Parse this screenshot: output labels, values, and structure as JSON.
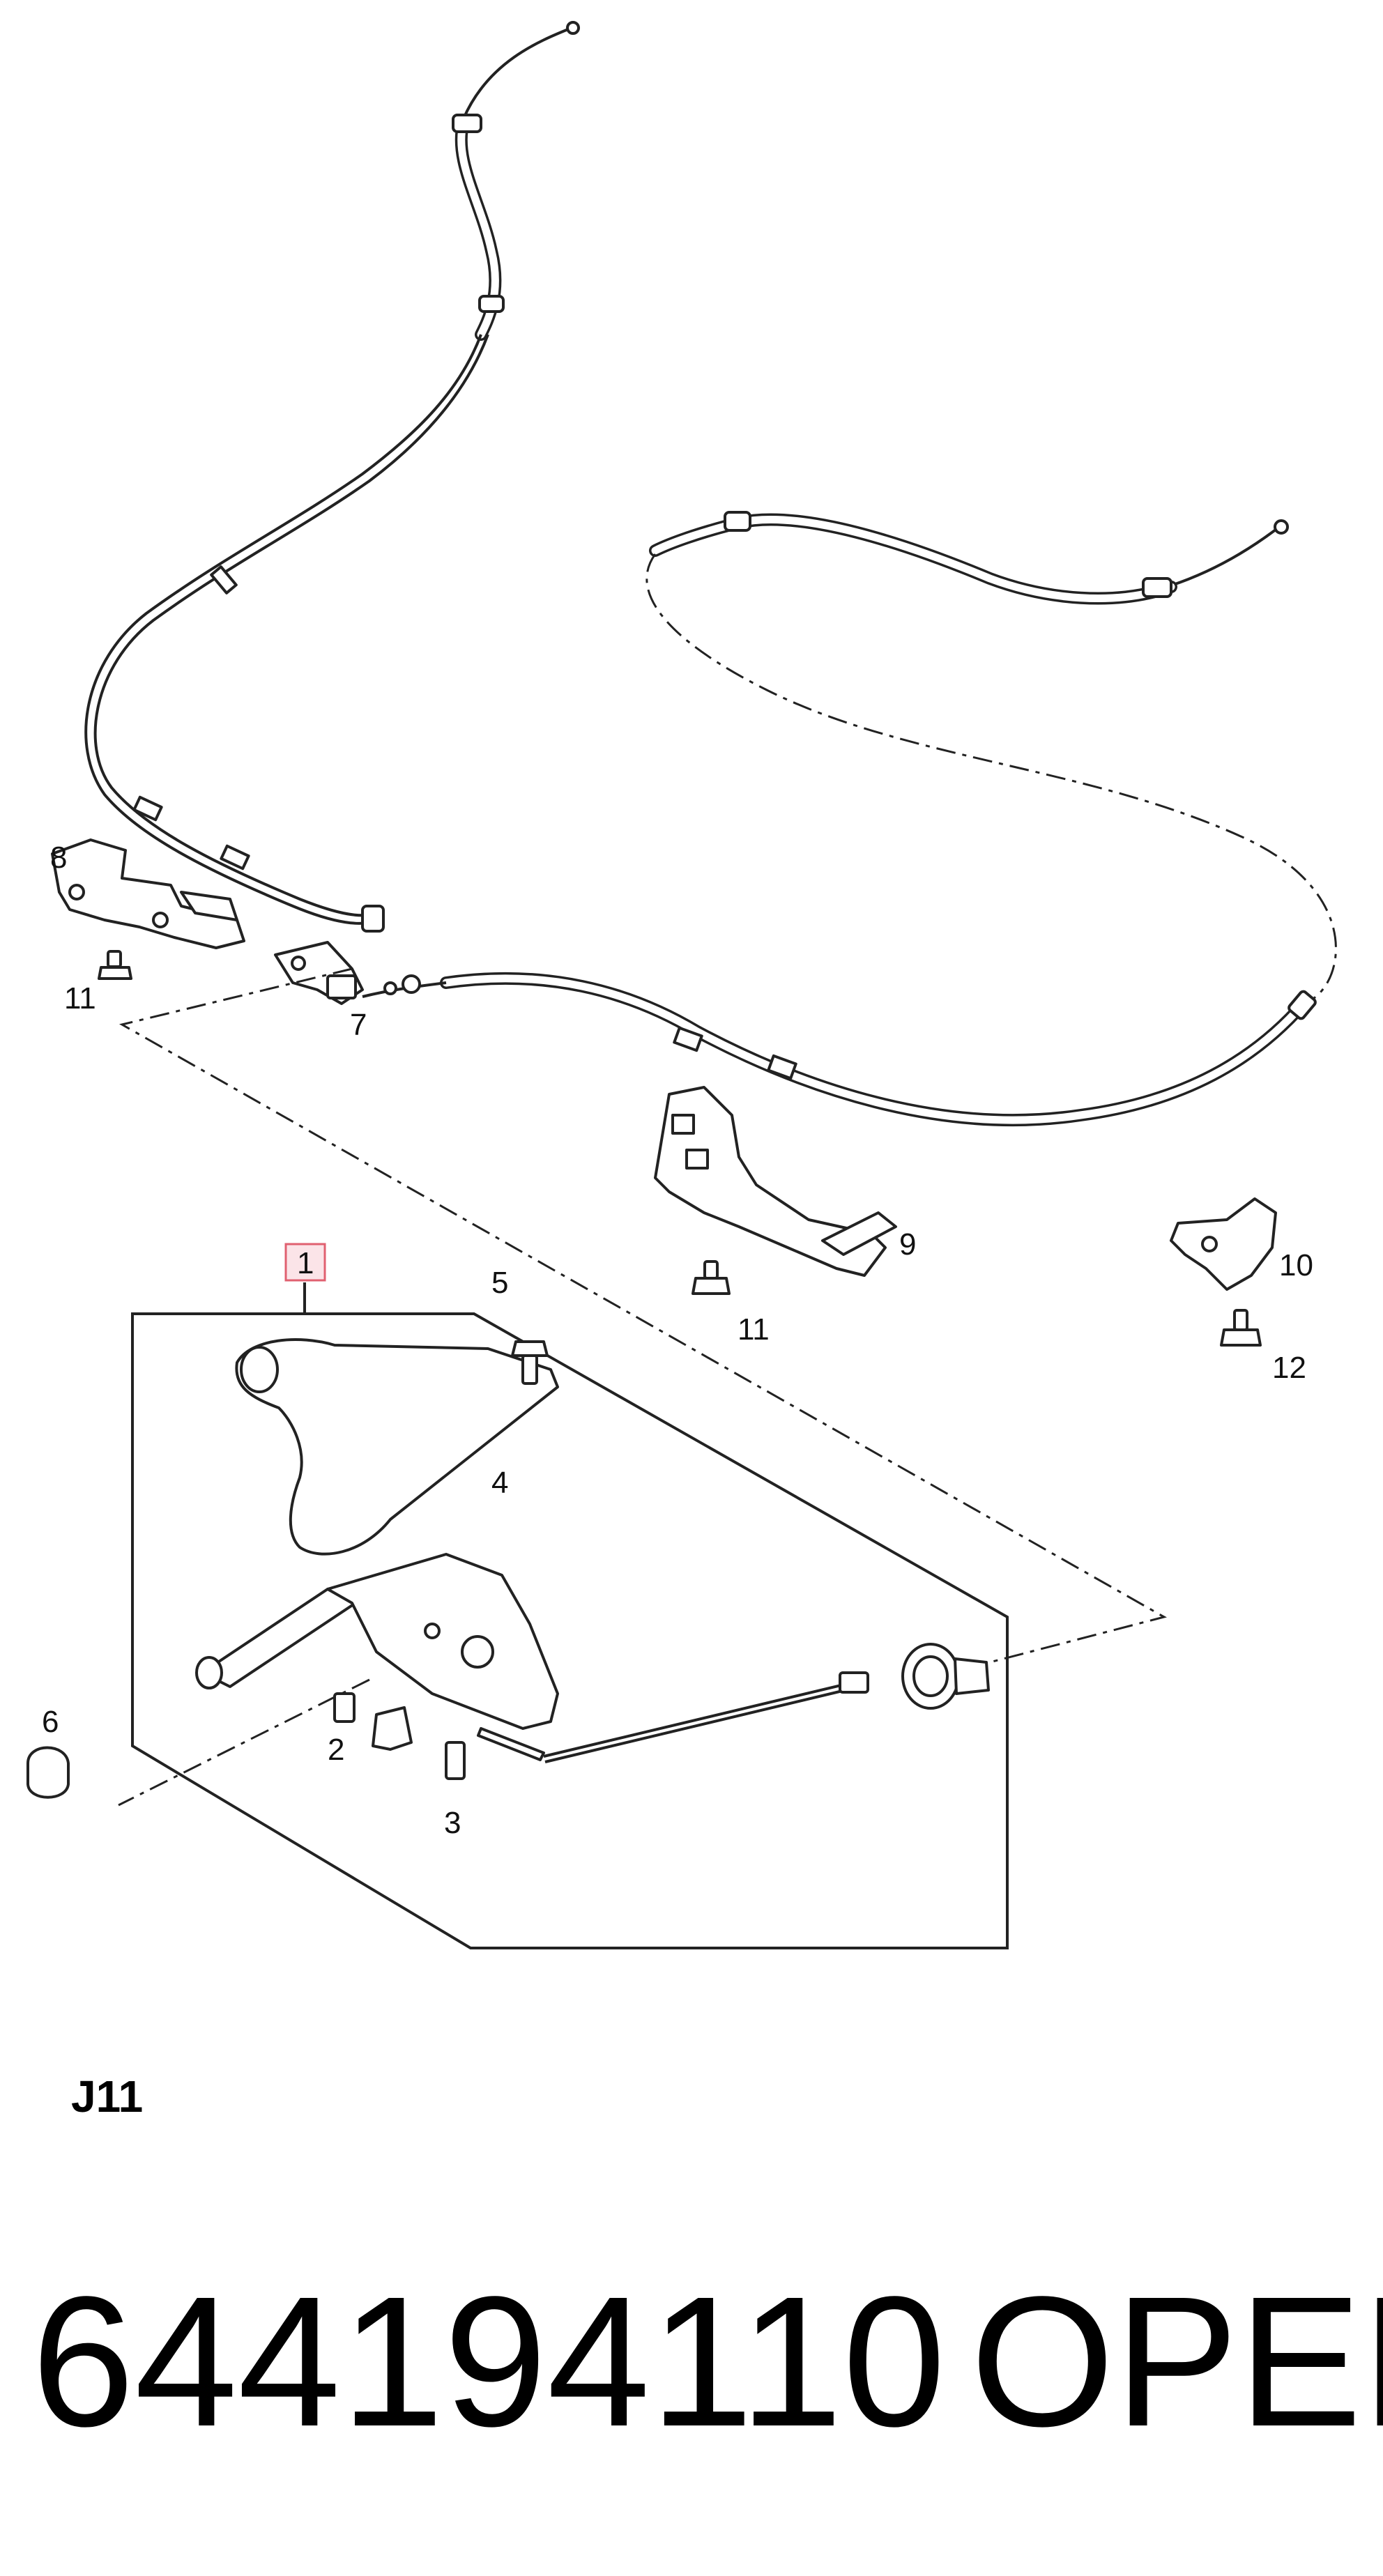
{
  "diagram": {
    "callouts": {
      "c1": "1",
      "c2": "2",
      "c3": "3",
      "c4": "4",
      "c5": "5",
      "c6": "6",
      "c7": "7",
      "c8": "8",
      "c9": "9",
      "c10": "10",
      "c11a": "11",
      "c11b": "11",
      "c12": "12"
    },
    "group_code": "J11"
  },
  "footer": {
    "part_number": "644194110",
    "brand": "OPEL"
  },
  "colors": {
    "line": "#222222",
    "callout_box": "#e06070",
    "callout_box_fill": "#fbe4e8"
  }
}
